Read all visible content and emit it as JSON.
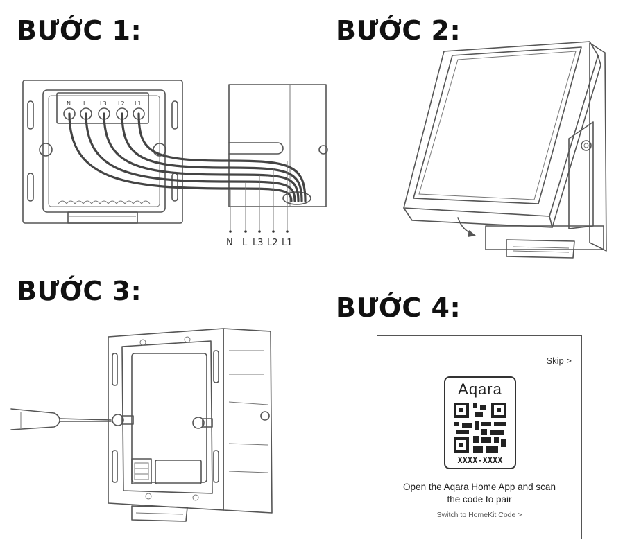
{
  "steps": [
    {
      "title": "BƯỚC 1:"
    },
    {
      "title": "BƯỚC 2:"
    },
    {
      "title": "BƯỚC 3:"
    },
    {
      "title": "BƯỚC 4:"
    }
  ],
  "step1": {
    "terminal_labels": [
      "N",
      "L",
      "L3",
      "L2",
      "L1"
    ],
    "wire_labels": [
      "N",
      "L",
      "L3",
      "L2",
      "L1"
    ]
  },
  "step4": {
    "skip_label": "Skip >",
    "brand": "Aqara",
    "code": "XXXX-XXXX",
    "message_line1": "Open the Aqara Home App and scan",
    "message_line2": "the code to pair",
    "switch_label": "Switch to HomeKit Code >"
  }
}
